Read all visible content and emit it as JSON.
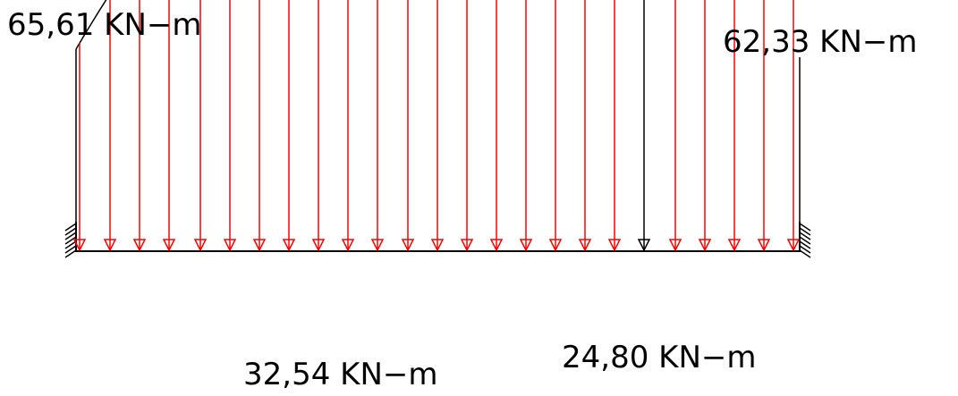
{
  "labels": {
    "left_support_moment": "65,61  KN−m",
    "right_support_moment": "62,33  KN−m",
    "max_span_moment": "32,54  KN−m",
    "span_moment_secondary": "24,80  KN−m"
  },
  "colors": {
    "negative_arrows": "#ff0000",
    "positive_arrows": "#0000ff",
    "highlight_arrow": "#000000",
    "outline": "#000000",
    "beam": "#000000"
  }
}
